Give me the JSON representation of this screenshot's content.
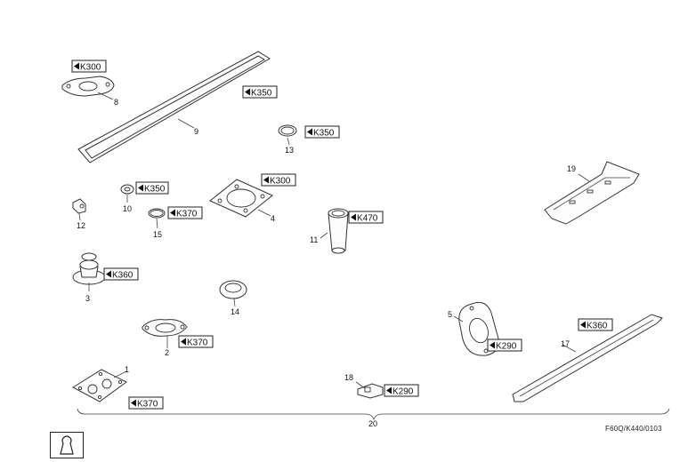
{
  "drawing_code": "F60Q/K440/0103",
  "refs": {
    "r8": "K300",
    "r9": "K350",
    "r13": "K350",
    "r10": "K350",
    "r4": "K300",
    "r15": "K370",
    "r11": "K470",
    "r3": "K360",
    "r2": "K370",
    "r5": "K290",
    "r17": "K360",
    "r18": "K290",
    "r1": "K370"
  },
  "numbers": {
    "n1": "1",
    "n2": "2",
    "n3": "3",
    "n4": "4",
    "n5": "5",
    "n8": "8",
    "n9": "9",
    "n10": "10",
    "n11": "11",
    "n12": "12",
    "n13": "13",
    "n14": "14",
    "n15": "15",
    "n17": "17",
    "n18": "18",
    "n19": "19",
    "n20": "20"
  },
  "icons": {
    "symbol": "keyhole-icon"
  }
}
